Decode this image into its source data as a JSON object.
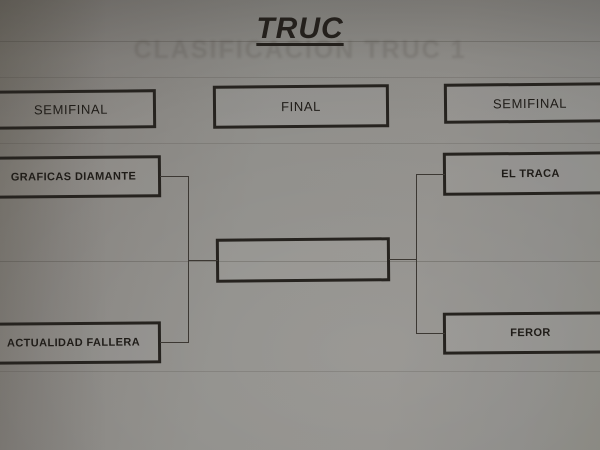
{
  "page": {
    "title": "TRUC",
    "ghost_text": "CLASIFICACION TRUC 1"
  },
  "headers": [
    {
      "name": "semifinal-left",
      "label": "SEMIFINAL"
    },
    {
      "name": "final",
      "label": "FINAL"
    },
    {
      "name": "semifinal-right",
      "label": "SEMIFINAL"
    }
  ],
  "bracket": {
    "left": [
      {
        "label": "GRAFICAS DIAMANTE"
      },
      {
        "label": "ACTUALIDAD FALLERA"
      }
    ],
    "right": [
      {
        "label": "EL TRACA"
      },
      {
        "label": "FEROR"
      }
    ],
    "champion": {
      "label": ""
    }
  },
  "colors": {
    "paper": "#8f8e8a",
    "ink": "#26231f",
    "line": "#3c3833"
  }
}
